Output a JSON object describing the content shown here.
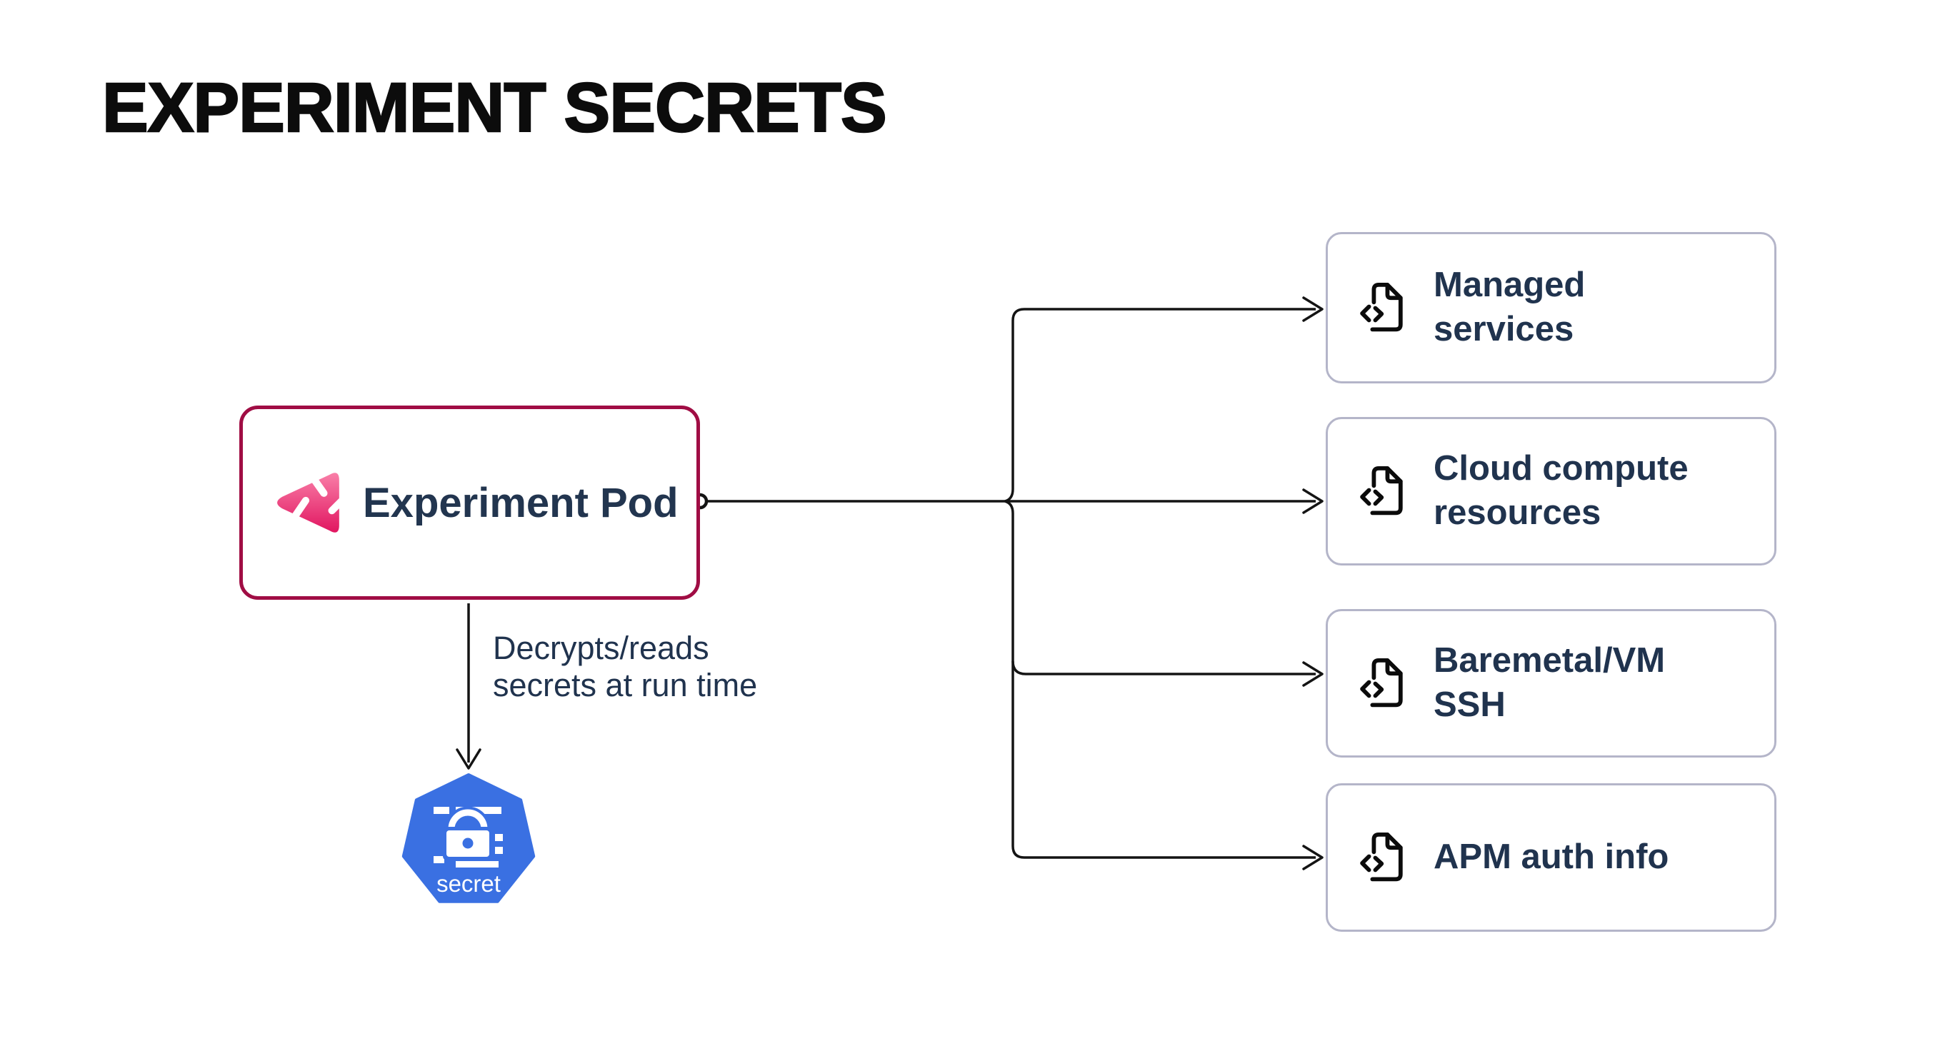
{
  "title": "EXPERIMENT SECRETS",
  "pod": {
    "label": "Experiment Pod",
    "icon": "litmus-chaos-triangle-icon",
    "border_color": "#A00D44",
    "icon_gradient_top": "#F97FA8",
    "icon_gradient_bottom": "#E11660"
  },
  "secret_edge": {
    "label_lines": [
      "Decrypts/reads",
      "secrets at run time"
    ]
  },
  "secret_node": {
    "label": "secret",
    "icon": "kubernetes-secret-padlock-icon",
    "color": "#3A70E2"
  },
  "targets": [
    {
      "id": "managed-services",
      "icon": "file-code-icon",
      "label_lines": [
        "Managed",
        "services"
      ]
    },
    {
      "id": "cloud-compute-resources",
      "icon": "file-code-icon",
      "label_lines": [
        "Cloud compute",
        "resources"
      ]
    },
    {
      "id": "baremetal-vm-ssh",
      "icon": "file-code-icon",
      "label_lines": [
        "Baremetal/VM",
        "SSH"
      ]
    },
    {
      "id": "apm-auth-info",
      "icon": "file-code-icon",
      "label_lines": [
        "APM auth info"
      ]
    }
  ],
  "colors": {
    "title_text": "#0C0C0C",
    "node_text_navy": "#20334E",
    "pod_border": "#A00D44",
    "target_border": "#B4B5C9",
    "connector_line": "#141414",
    "k8s_blue": "#3A70E2",
    "background": "#FFFFFF"
  }
}
